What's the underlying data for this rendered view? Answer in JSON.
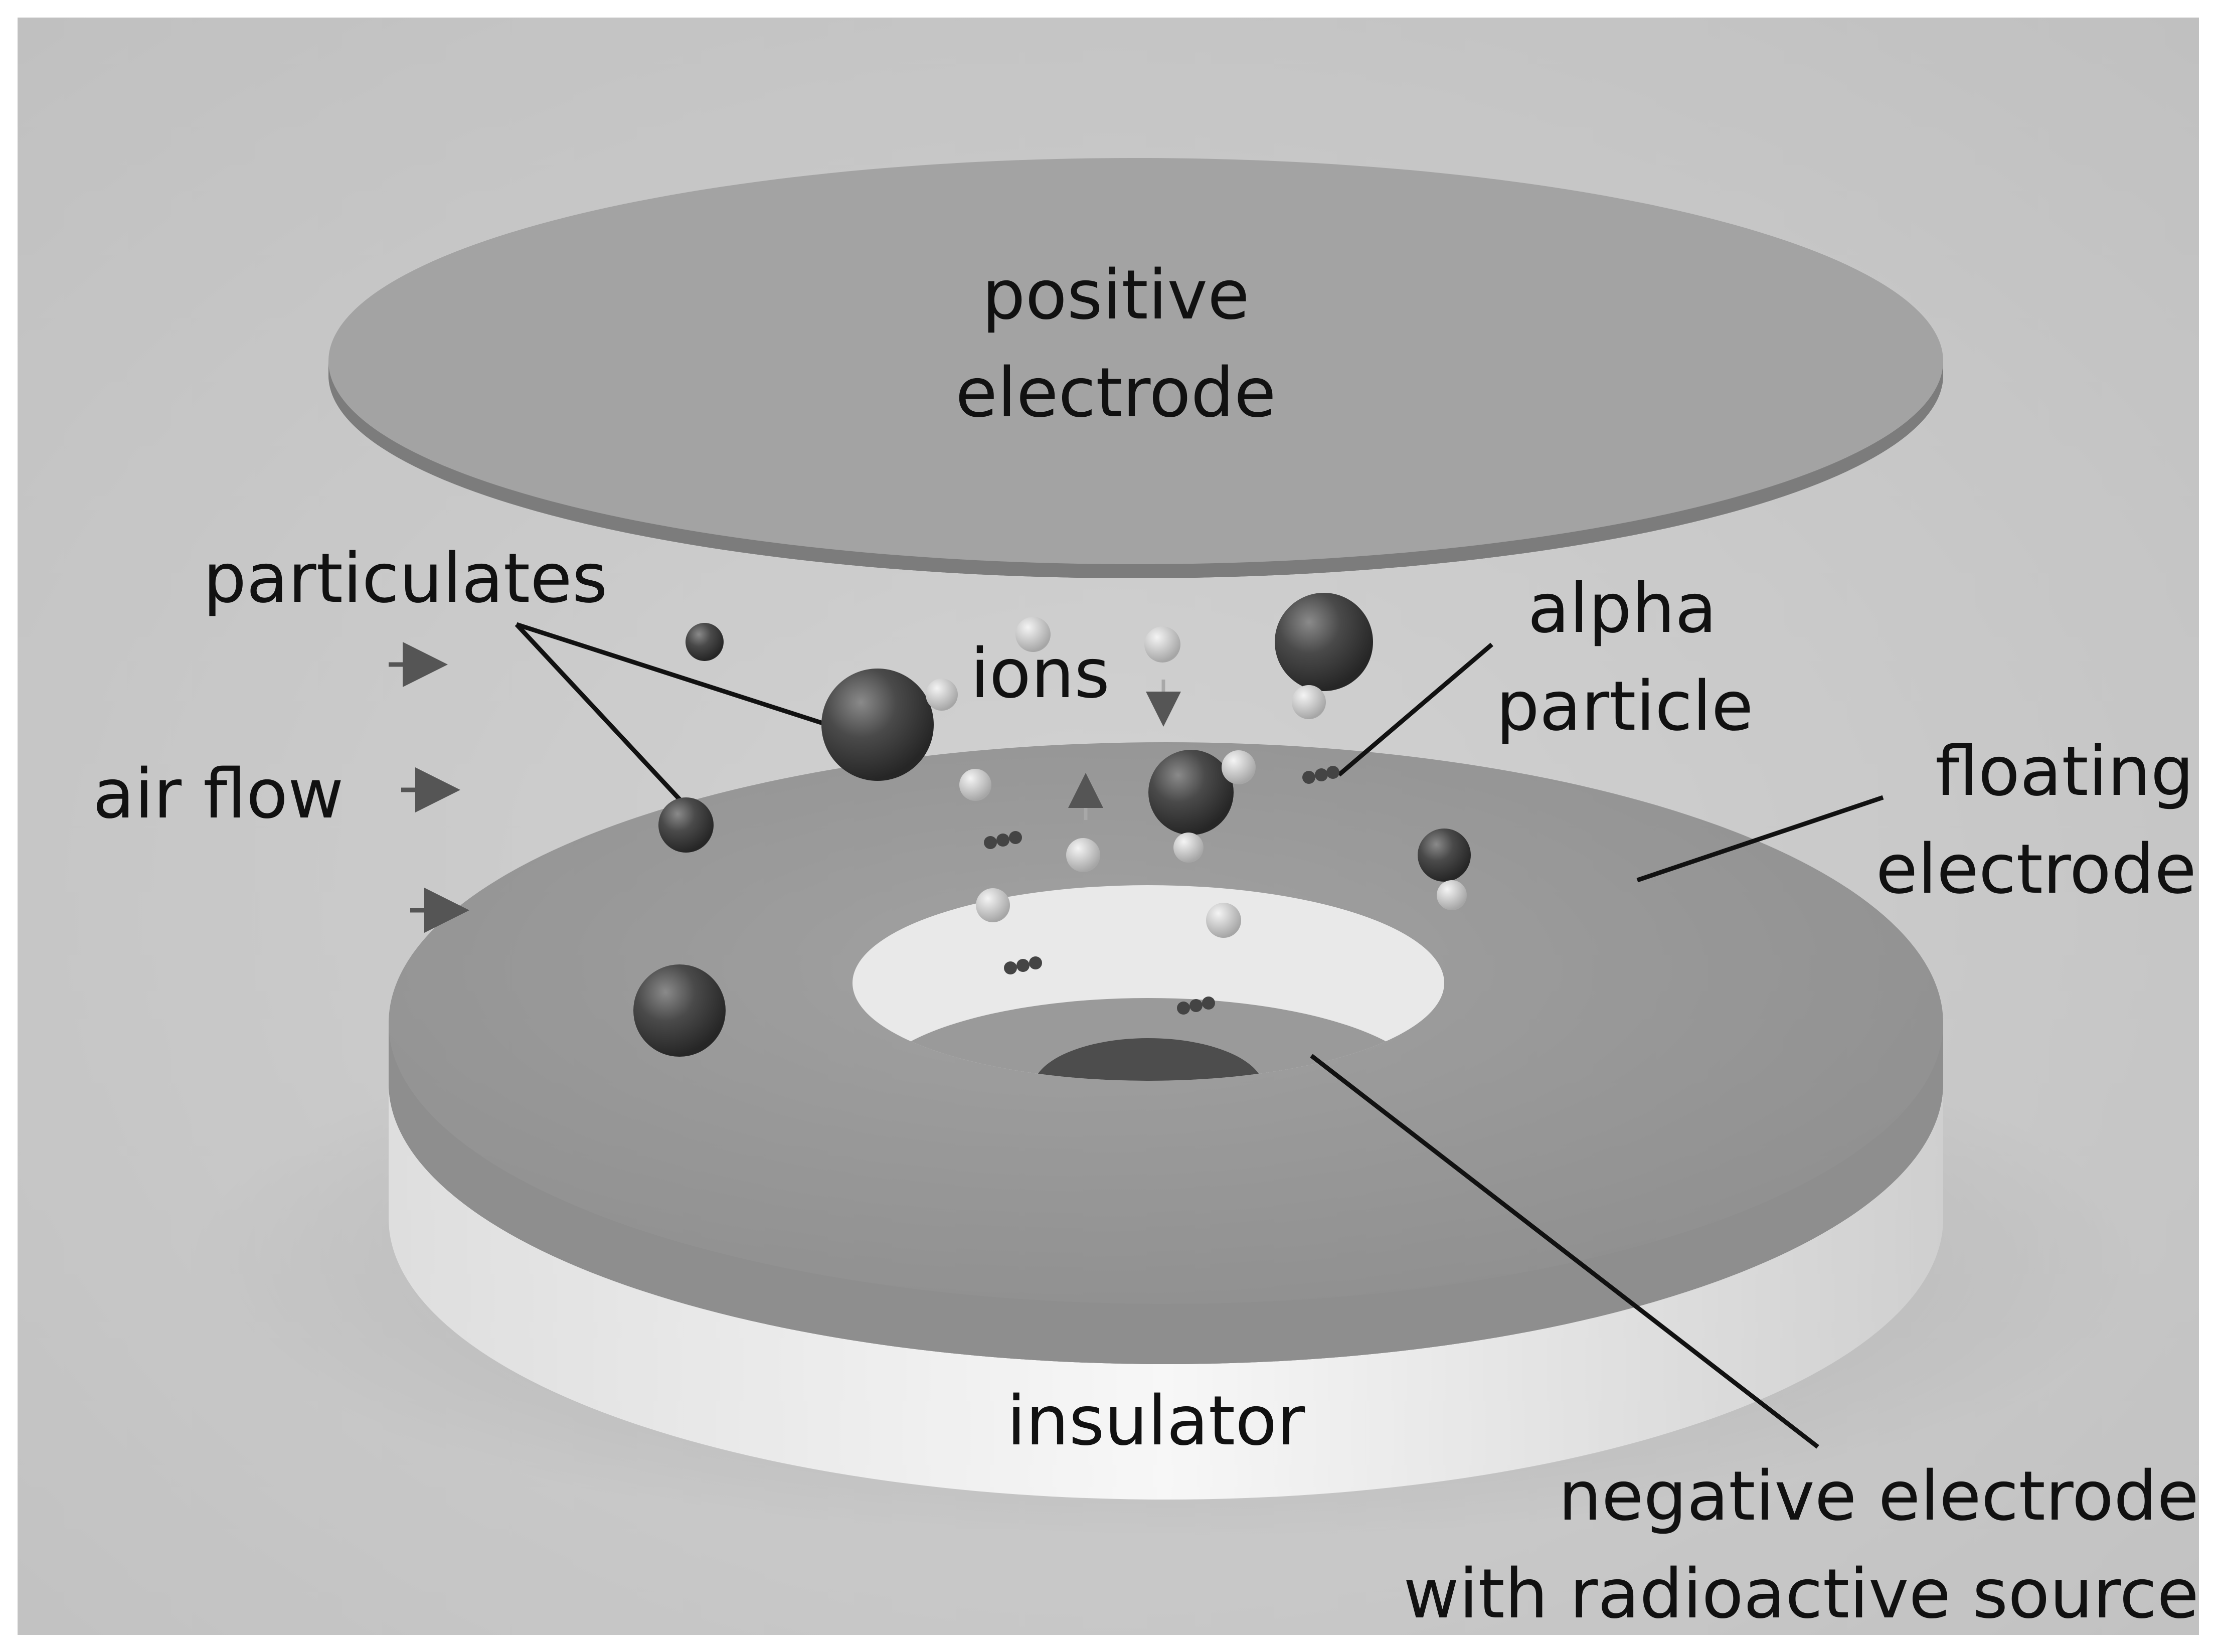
{
  "labels": {
    "positive_electrode_line1": "positive",
    "positive_electrode_line2": "electrode",
    "particulates": "particulates",
    "ions": "ions",
    "alpha_line1": "alpha",
    "alpha_line2": "particle",
    "floating_line1": "floating",
    "floating_line2": "electrode",
    "air_flow": "air flow",
    "insulator": "insulator",
    "negative_line1": "negative electrode",
    "negative_line2": "with radioactive source"
  }
}
